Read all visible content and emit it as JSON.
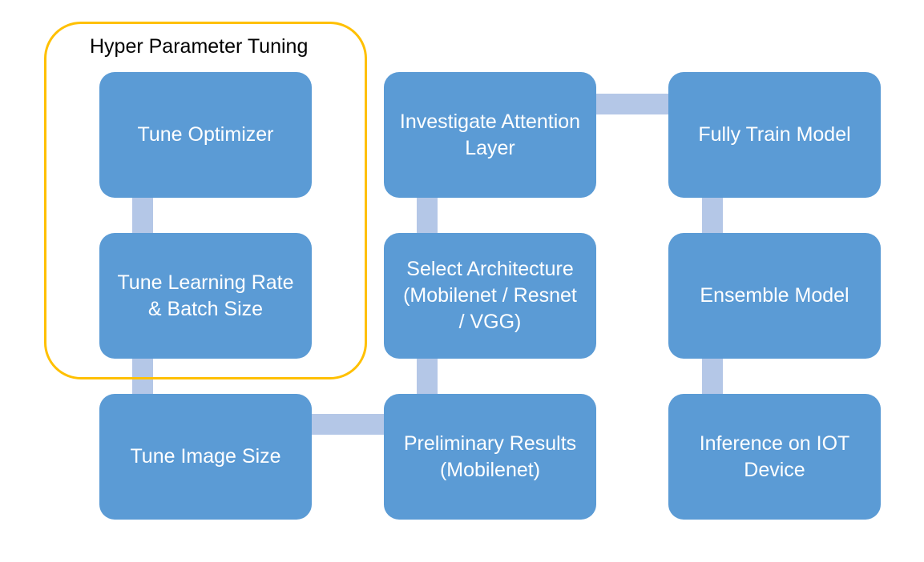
{
  "diagram": {
    "type": "flowchart",
    "group": {
      "label": "Hyper Parameter Tuning",
      "contains": [
        "tune-optimizer",
        "tune-learning-rate-batch-size"
      ]
    },
    "nodes": [
      {
        "id": "tune-optimizer",
        "label": "Tune Optimizer"
      },
      {
        "id": "tune-learning-rate-batch-size",
        "label": "Tune Learning Rate & Batch Size"
      },
      {
        "id": "tune-image-size",
        "label": "Tune Image Size"
      },
      {
        "id": "investigate-attention-layer",
        "label": "Investigate Attention Layer"
      },
      {
        "id": "select-architecture",
        "label": "Select Architecture (Mobilenet / Resnet / VGG)"
      },
      {
        "id": "preliminary-results",
        "label": "Preliminary Results (Mobilenet)"
      },
      {
        "id": "fully-train-model",
        "label": "Fully Train Model"
      },
      {
        "id": "ensemble-model",
        "label": "Ensemble Model"
      },
      {
        "id": "inference-on-iot-device",
        "label": "Inference on IOT Device"
      }
    ],
    "connections": [
      {
        "from": "tune-optimizer",
        "to": "tune-learning-rate-batch-size"
      },
      {
        "from": "tune-learning-rate-batch-size",
        "to": "tune-image-size"
      },
      {
        "from": "tune-image-size",
        "to": "preliminary-results"
      },
      {
        "from": "preliminary-results",
        "to": "select-architecture"
      },
      {
        "from": "select-architecture",
        "to": "investigate-attention-layer"
      },
      {
        "from": "investigate-attention-layer",
        "to": "fully-train-model"
      },
      {
        "from": "fully-train-model",
        "to": "ensemble-model"
      },
      {
        "from": "ensemble-model",
        "to": "inference-on-iot-device"
      }
    ]
  },
  "colors": {
    "node_fill": "#5B9BD5",
    "connector_fill": "#B4C7E7",
    "group_outline": "#FFC000",
    "node_text": "#FFFFFF",
    "title_text": "#000000",
    "background": "#FFFFFF"
  }
}
